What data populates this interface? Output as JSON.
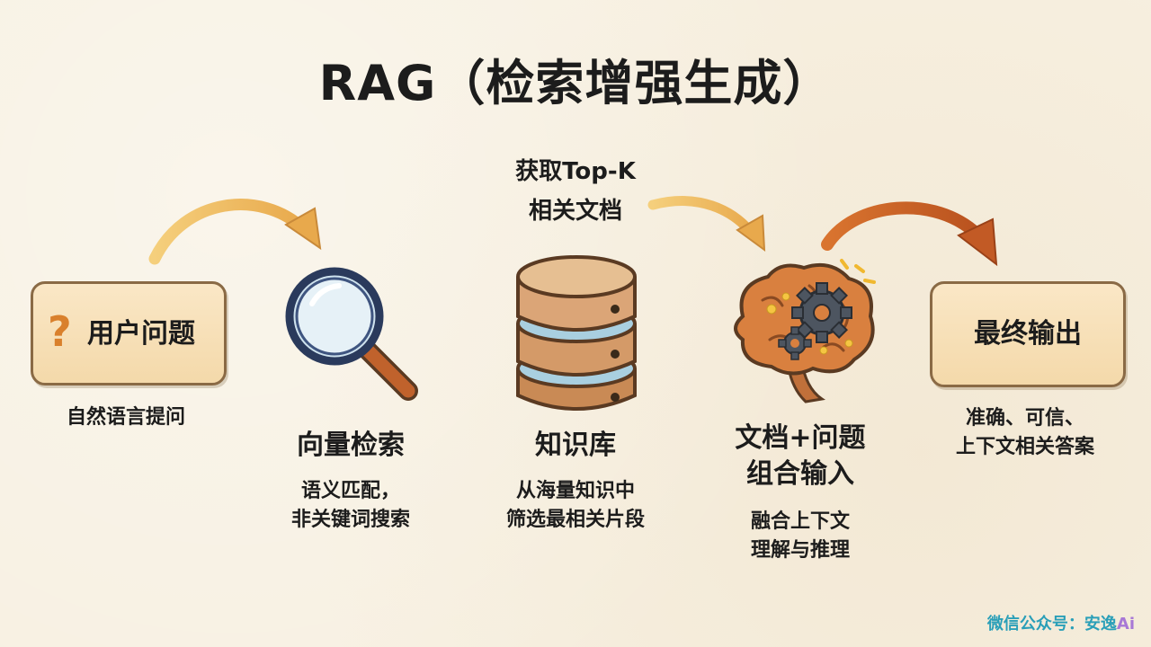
{
  "title": "RAG（检索增强生成）",
  "flow": {
    "question": {
      "icon": "question-mark-icon",
      "symbol": "?",
      "label": "用户问题",
      "desc": "自然语言提问"
    },
    "search": {
      "icon": "magnifier-icon",
      "label": "向量检索",
      "desc_lines": [
        "语义匹配，",
        "非关键词搜索"
      ]
    },
    "retrieve_note_lines": [
      "获取Top-K",
      "相关文档"
    ],
    "knowledge": {
      "icon": "database-icon",
      "label": "知识库",
      "desc_lines": [
        "从海量知识中",
        "筛选最相关片段"
      ]
    },
    "combine": {
      "icon": "brain-gears-icon",
      "label_lines": [
        "文档+问题",
        "组合输入"
      ],
      "desc_lines": [
        "融合上下文",
        "理解与推理"
      ]
    },
    "output": {
      "label": "最终输出",
      "desc_lines": [
        "准确、可信、",
        "上下文相关答案"
      ]
    }
  },
  "watermark": {
    "prefix": "微信公众号：安逸",
    "accent": "Ai"
  },
  "colors": {
    "box_fill": "#f4d9aa",
    "box_border": "#8a6a45",
    "arrow_light": "#f0bf6a",
    "arrow_dark": "#c8662a",
    "database": "#d49a68",
    "database_band": "#a8cfe0",
    "brain": "#d9803f",
    "gear": "#4d5560"
  }
}
